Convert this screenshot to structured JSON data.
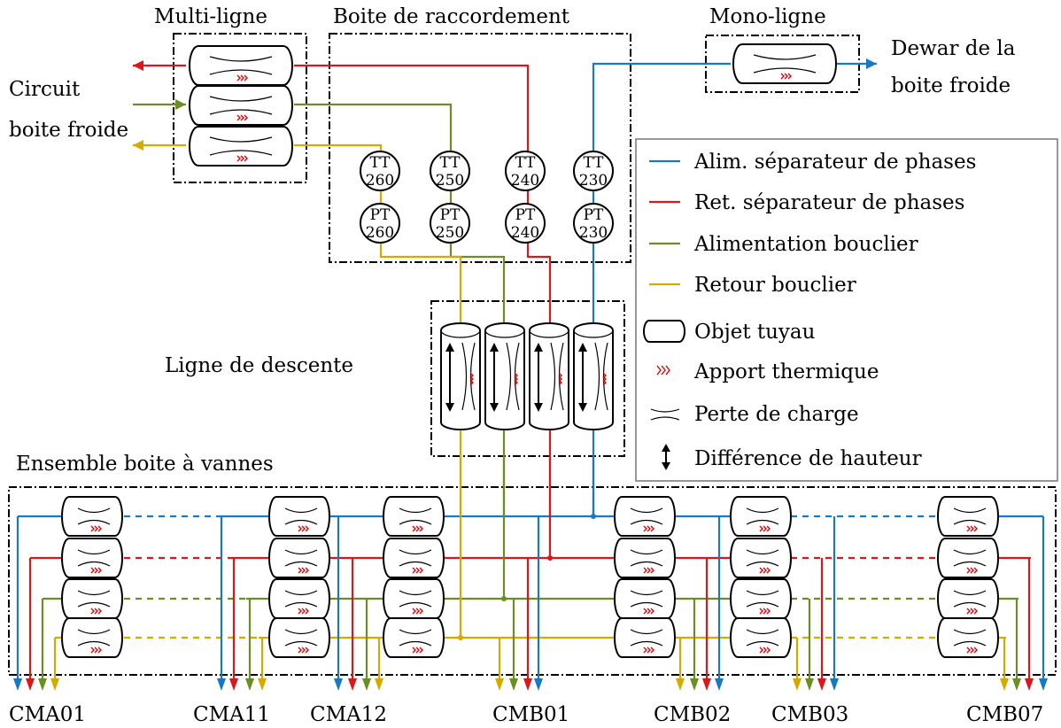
{
  "colors": {
    "blue": "#1a78c2",
    "red": "#d7191c",
    "olive": "#6b8e23",
    "gold": "#d4aa00",
    "heat": "#dd0000",
    "black": "#000000"
  },
  "labels": {
    "multi_ligne": "Multi-ligne",
    "boite_raccordement": "Boite de raccordement",
    "mono_ligne": "Mono-ligne",
    "dewar_1": "Dewar de la",
    "dewar_2": "boite froide",
    "circuit_1": "Circuit",
    "circuit_2": "boite froide",
    "ligne_descente": "Ligne de descente",
    "ensemble_vannes": "Ensemble boite à vannes"
  },
  "sensors": [
    {
      "tag": "TT",
      "num": "260"
    },
    {
      "tag": "TT",
      "num": "250"
    },
    {
      "tag": "TT",
      "num": "240"
    },
    {
      "tag": "TT",
      "num": "230"
    },
    {
      "tag": "PT",
      "num": "260"
    },
    {
      "tag": "PT",
      "num": "250"
    },
    {
      "tag": "PT",
      "num": "240"
    },
    {
      "tag": "PT",
      "num": "230"
    }
  ],
  "legend": {
    "items": [
      {
        "label": "Alim. séparateur de phases",
        "icon": "blue-line"
      },
      {
        "label": "Ret. séparateur de phases",
        "icon": "red-line"
      },
      {
        "label": "Alimentation bouclier",
        "icon": "olive-line"
      },
      {
        "label": "Retour bouclier",
        "icon": "gold-line"
      },
      {
        "label": "Objet tuyau",
        "icon": "pipe-icon"
      },
      {
        "label": "Apport thermique",
        "icon": "heat-icon"
      },
      {
        "label": "Perte de charge",
        "icon": "pressure-drop-icon"
      },
      {
        "label": "Différence de hauteur",
        "icon": "height-arrow-icon"
      }
    ]
  },
  "outlets": [
    "CMA01",
    "CMA11",
    "CMA12",
    "CMB01",
    "CMB02",
    "CMB03",
    "CMB07"
  ]
}
